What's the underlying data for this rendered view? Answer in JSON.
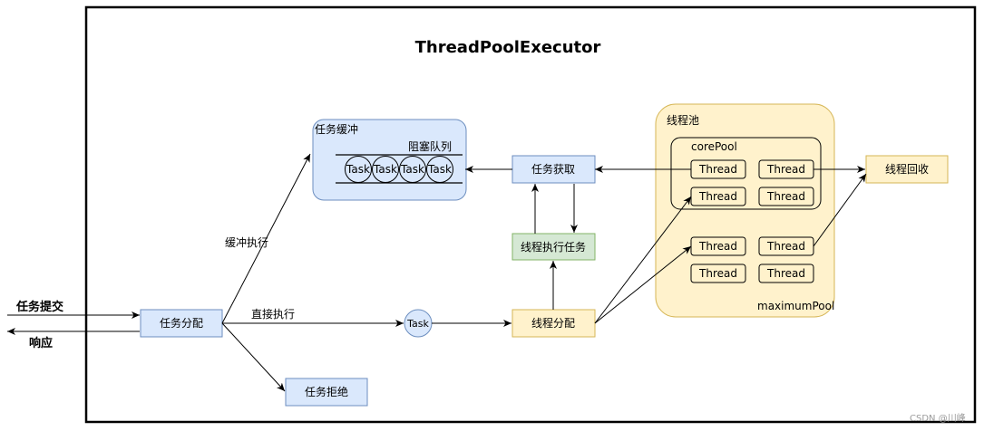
{
  "diagram": {
    "title": "ThreadPoolExecutor",
    "labels": {
      "submit": "任务提交",
      "response": "响应",
      "dispatch": "任务分配",
      "buffer_exec": "缓冲执行",
      "direct_exec": "直接执行",
      "reject": "任务拒绝",
      "task_buffer": "任务缓冲",
      "blocking_queue": "阻塞队列",
      "fetch_task": "任务获取",
      "thread_exec_task": "线程执行任务",
      "thread_dispatch": "线程分配",
      "thread_pool": "线程池",
      "core_pool": "corePool",
      "maximum_pool": "maximumPool",
      "thread_recycle": "线程回收",
      "moving_task": "Task"
    },
    "queue_tasks": [
      "Task",
      "Task",
      "Task",
      "Task"
    ],
    "threads": [
      "Thread",
      "Thread",
      "Thread",
      "Thread",
      "Thread",
      "Thread",
      "Thread",
      "Thread"
    ],
    "watermark": "CSDN @川峰"
  },
  "colors": {
    "blue_fill": "#dae8fc",
    "blue_stroke": "#6c8ebf",
    "yellow_fill": "#fff2cc",
    "yellow_stroke": "#d6b656",
    "green_fill": "#d5e8d4",
    "green_stroke": "#82b366"
  }
}
